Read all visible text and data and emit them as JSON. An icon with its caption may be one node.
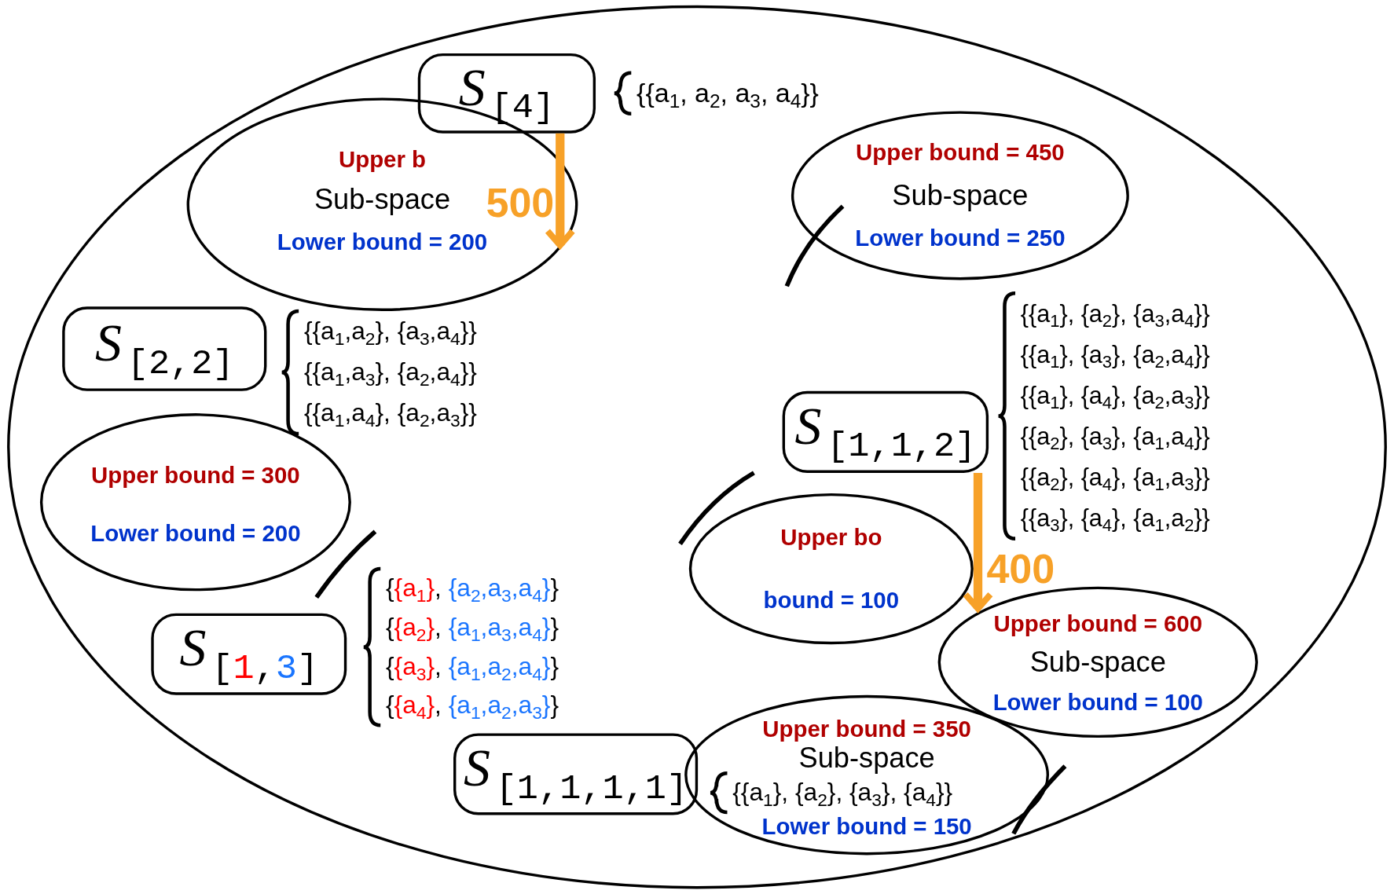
{
  "diagram": {
    "nodes": [
      {
        "text": [],
        "shape": "ellipse"
      },
      {
        "text": [
          "*S*$_{[4]}$"
        ],
        "in": 0
      },
      {
        "text": [
          "Upper b",
          "Sub-space",
          "Lower bound = 200"
        ],
        "in": 0
      },
      {
        "text": [
          "Upper bound = 450",
          "Sub-space",
          "Lower bound = 250"
        ],
        "in": 0
      },
      {
        "text": [
          "*S*$_{[2,2]}$"
        ],
        "in": 0
      },
      {
        "text": [
          "Upper bound = 300",
          "Lower bound = 200"
        ],
        "in": 0
      },
      {
        "text": [
          "*S*$_{[1,3]}$"
        ],
        "in": 0
      },
      {
        "text": [
          "Upper bo",
          "bound = 100"
        ],
        "in": 0
      },
      {
        "text": [
          "*S*$_{[1,1,2]}$"
        ],
        "in": 0
      },
      {
        "text": [
          "Upper bound = 600",
          "Sub-space",
          "Lower bound = 100"
        ],
        "in": 0
      },
      {
        "text": [
          "*S*$_{[1,1,1,1]}$"
        ],
        "in": 0
      },
      {
        "text": [
          "Upper bound = 350",
          "Sub-space",
          "Lower bound = 150"
        ],
        "in": 0
      }
    ],
    "edges": [
      {
        "from": 1,
        "to": 2,
        "arrow": "to",
        "label": "500",
        "color": "#f7a128"
      },
      {
        "from": 8,
        "to": 9,
        "arrow": "to",
        "label": "400",
        "color": "#f7a128"
      }
    ],
    "labels": [
      "{{a$_{1}$, a$_{2}$, a$_{3}$, a$_{4}$}}",
      "{{a$_{1}$,a$_{2}$}, {a$_{3}$,a$_{4}$}}",
      "{{a$_{1}$,a$_{3}$}, {a$_{2}$,a$_{4}$}}",
      "{{a$_{1}$,a$_{4}$}, {a$_{2}$,a$_{3}$}}",
      "{{a$_{1}$}, {a$_{2}$}, {a$_{3}$,a$_{4}$}}",
      "{{a$_{1}$}, {a$_{3}$}, {a$_{2}$,a$_{4}$}}",
      "{{a$_{1}$}, {a$_{4}$}, {a$_{2}$,a$_{3}$}}",
      "{{a$_{2}$}, {a$_{3}$}, {a$_{1}$,a$_{4}$}}",
      "{{a$_{2}$}, {a$_{4}$}, {a$_{1}$,a$_{3}$}}",
      "{{a$_{3}$}, {a$_{4}$}, {a$_{1}$,a$_{2}$}}",
      "{{a$_{1}$}, {a$_{2}$,a$_{3}$,a$_{4}$}}",
      "{{a$_{2}$}, {a$_{1}$,a$_{3}$,a$_{4}$}}",
      "{{a$_{3}$}, {a$_{1}$,a$_{2}$,a$_{4}$}}",
      "{{a$_{4}$}, {a$_{1}$,a$_{2}$,a$_{3}$}}",
      "{{a$_{1}$}, {a$_{2}$}, {a$_{3}$}, {a$_{4}$}}"
    ]
  }
}
